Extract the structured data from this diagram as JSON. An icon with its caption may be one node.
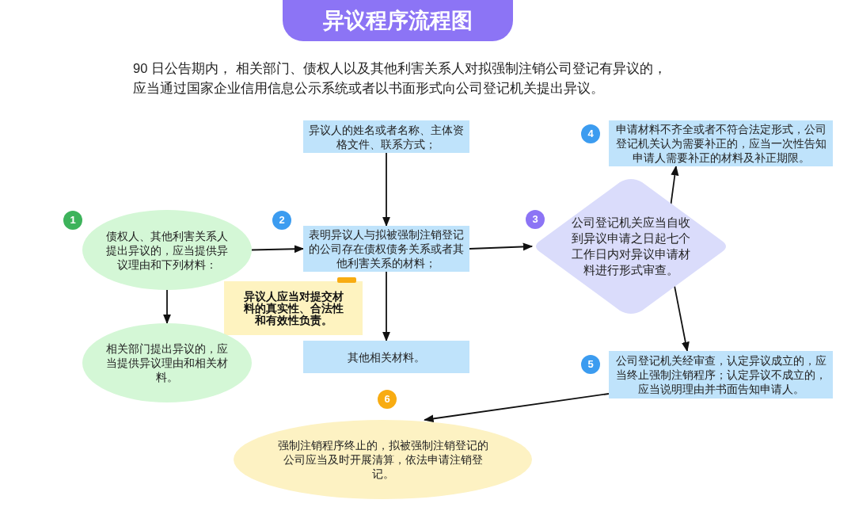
{
  "diagram": {
    "title": "异议程序流程图",
    "nodes": [
      {
        "text": [
          "异议人的姓名或者名称、主体资格文件、联系方式；"
        ]
      },
      {
        "text": [
          "4"
        ]
      },
      {
        "text": [
          "申请材料不齐全或者不符合法定形式，公司登记机关认为需要补正的，应当一次性告知申请人需要补正的材料及补正期限。"
        ]
      },
      {
        "text": [
          "1"
        ]
      },
      {
        "text": [
          "2"
        ]
      },
      {
        "text": [
          "3"
        ]
      },
      {
        "text": [
          "债权人、其他利害关系人提出异议的，应当提供异议理由和下列材料："
        ]
      },
      {
        "text": [
          "表明异议人与拟被强制注销登记的公司存在债权债务关系或者其他利害关系的材料；"
        ]
      },
      {
        "text": [
          "公司登记机关应当自收到异议申请之日起七个工作日内对异议申请材料进行形式审查。"
        ]
      },
      {
        "text": [
          "异议人应当对提交材料的真实性、合法性和有效性负责。"
        ]
      },
      {
        "text": [
          "相关部门提出异议的，应当提供异议理由和相关材料。"
        ]
      },
      {
        "text": [
          "其他相关材料。"
        ]
      },
      {
        "text": [
          "5"
        ]
      },
      {
        "text": [
          "公司登记机关经审查，认定异议成立的，应当终止强制注销程序；认定异议不成立的，应当说明理由并书面告知申请人。"
        ]
      },
      {
        "text": [
          "6"
        ]
      },
      {
        "text": [
          "强制注销程序终止的，拟被强制注销登记的公司应当及时开展清算，依法申请注销登记。"
        ]
      }
    ],
    "edges": [
      {
        "from": 6,
        "to": 7,
        "arrow": "to"
      },
      {
        "from": 0,
        "to": 7,
        "arrow": "to"
      },
      {
        "from": 7,
        "to": 11,
        "arrow": "to"
      },
      {
        "from": 6,
        "to": 10,
        "arrow": "to"
      },
      {
        "from": 7,
        "to": 8,
        "arrow": "to"
      },
      {
        "from": 8,
        "to": 2,
        "arrow": "to"
      },
      {
        "from": 8,
        "to": 13,
        "arrow": "to"
      },
      {
        "from": 13,
        "to": 15,
        "arrow": "to"
      }
    ],
    "labels": [
      "90 日公告期内， 相关部门、债权人以及其他利害关系人对拟强制注销公司登记有异议的，应当通过国家企业信用信息公示系统或者以书面形式向公司登记机关提出异议。"
    ]
  }
}
